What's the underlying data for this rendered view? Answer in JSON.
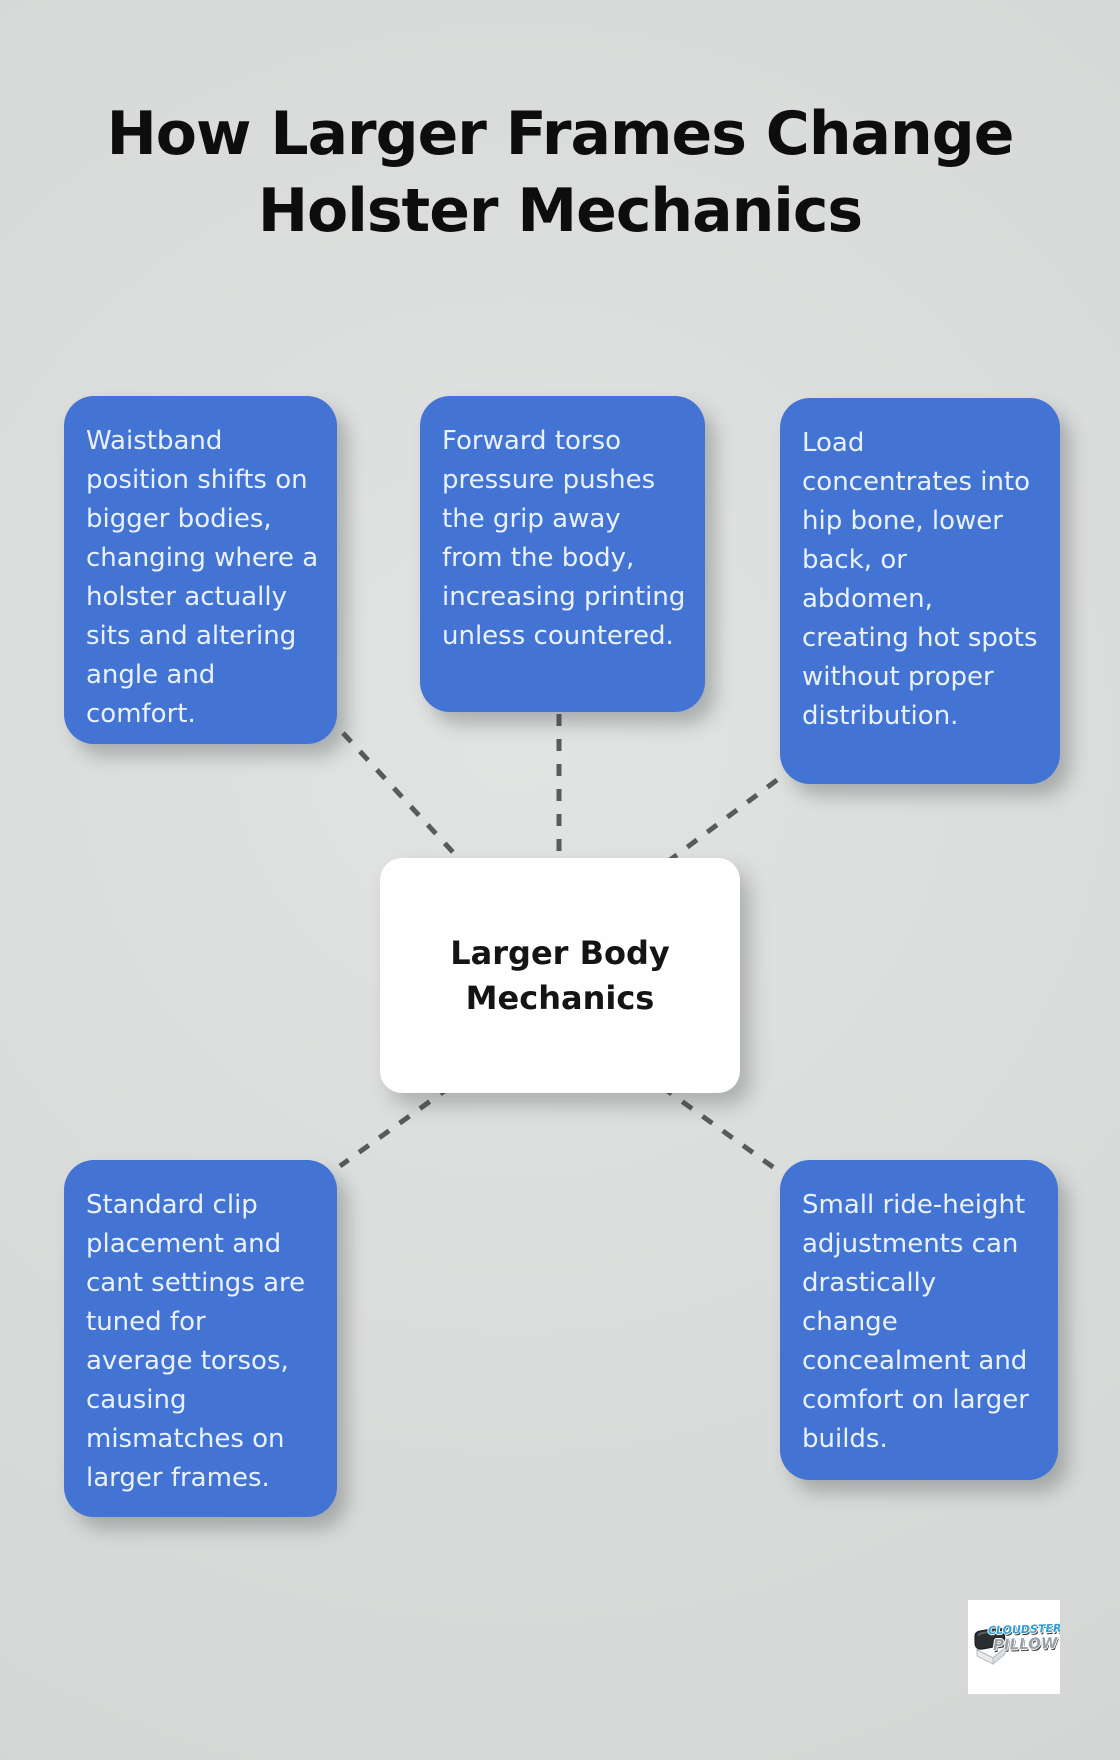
{
  "title": {
    "full": "How Larger Frames Change Holster Mechanics",
    "lines": [
      "How Larger Frames Change",
      "Holster Mechanics"
    ]
  },
  "center_node": {
    "label": "Larger Body Mechanics"
  },
  "branch_nodes": [
    {
      "position": "top-left",
      "text": "Waistband position shifts on bigger bodies, changing where a holster actually sits and altering angle and comfort."
    },
    {
      "position": "top-middle",
      "text": "Forward torso pressure pushes the grip away from the body, increasing printing unless countered."
    },
    {
      "position": "top-right",
      "text": "Load concentrates into hip bone, lower back, or abdomen, creating hot spots without proper distribution."
    },
    {
      "position": "bottom-left",
      "text": "Standard clip placement and cant settings are tuned for average torsos, causing mismatches on larger frames."
    },
    {
      "position": "bottom-right",
      "text": "Small ride-height adjustments can drastically change concealment and comfort on larger builds."
    }
  ],
  "logo": {
    "brand_line1": "CLOUDSTER",
    "brand_line2": "PILLOW"
  },
  "colors": {
    "background": "#dadcdb",
    "node_fill": "#4374d3",
    "node_text": "#e9f1fc",
    "center_fill": "#fefefe",
    "center_text": "#141414",
    "title_text": "#0d0d0d",
    "connector": "#575c5b",
    "logo_blue": "#2f9fd6",
    "logo_gray": "#9ba1a7"
  }
}
